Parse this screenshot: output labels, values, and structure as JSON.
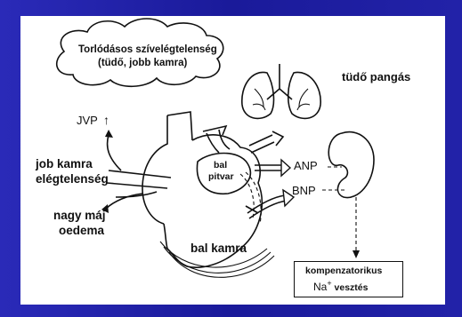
{
  "diagram": {
    "cloud_text_line1": "Torlódásos szívelégtelenség",
    "cloud_text_line2": "(tüdő, jobb kamra)",
    "lung_label": "tüdő pangás",
    "jvp_label": "JVP",
    "jvp_arrow": "↑",
    "right_ventricle_label_line1": "job kamra",
    "right_ventricle_label_line2": "elégtelenség",
    "liver_label_line1": "nagy máj",
    "liver_label_line2": "oedema",
    "left_atrium_label_line1": "bal",
    "left_atrium_label_line2": "pitvar",
    "anp_label": "ANP",
    "bnp_label": "BNP",
    "left_ventricle_label": "bal kamra",
    "result_box_line1": "kompenzatorikus",
    "result_box_line2_ion": "Na",
    "result_box_line2_sup": "+",
    "result_box_line2_rest": " vesztés"
  },
  "colors": {
    "background": "#1f1fa3",
    "panel": "#ffffff",
    "ink": "#111111"
  }
}
